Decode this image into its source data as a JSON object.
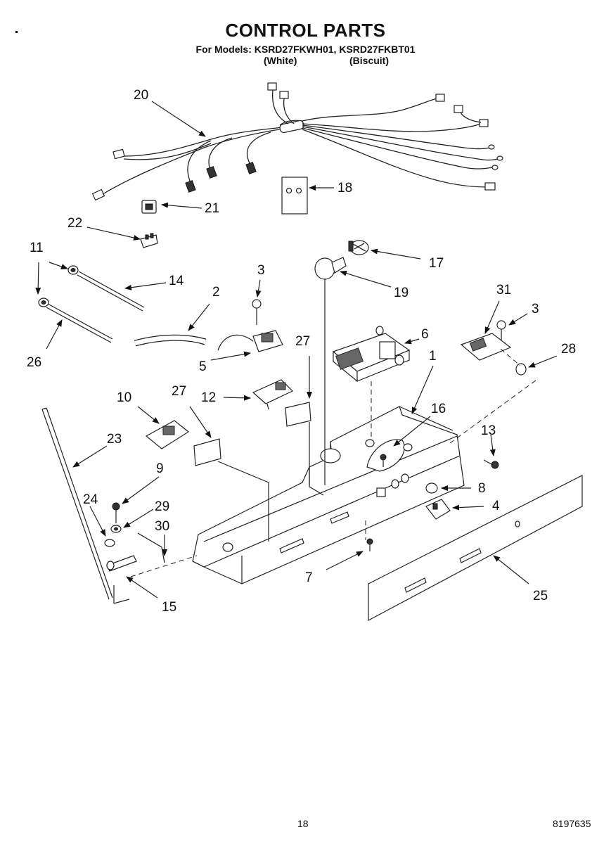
{
  "page": {
    "title": "CONTROL PARTS",
    "models_line": "For Models: KSRD27FKWH01, KSRD27FKBT01",
    "variant_white": "(White)",
    "variant_biscuit": "(Biscuit)",
    "page_number": "18",
    "doc_number": "8197635"
  },
  "callouts": [
    {
      "id": "1",
      "label": "1"
    },
    {
      "id": "2",
      "label": "2"
    },
    {
      "id": "3a",
      "label": "3"
    },
    {
      "id": "3b",
      "label": "3"
    },
    {
      "id": "4",
      "label": "4"
    },
    {
      "id": "5",
      "label": "5"
    },
    {
      "id": "6",
      "label": "6"
    },
    {
      "id": "7",
      "label": "7"
    },
    {
      "id": "8",
      "label": "8"
    },
    {
      "id": "9",
      "label": "9"
    },
    {
      "id": "10",
      "label": "10"
    },
    {
      "id": "11",
      "label": "11"
    },
    {
      "id": "12",
      "label": "12"
    },
    {
      "id": "13",
      "label": "13"
    },
    {
      "id": "14",
      "label": "14"
    },
    {
      "id": "15",
      "label": "15"
    },
    {
      "id": "16",
      "label": "16"
    },
    {
      "id": "17",
      "label": "17"
    },
    {
      "id": "18",
      "label": "18"
    },
    {
      "id": "19",
      "label": "19"
    },
    {
      "id": "20",
      "label": "20"
    },
    {
      "id": "21",
      "label": "21"
    },
    {
      "id": "22",
      "label": "22"
    },
    {
      "id": "23",
      "label": "23"
    },
    {
      "id": "24",
      "label": "24"
    },
    {
      "id": "25",
      "label": "25"
    },
    {
      "id": "26",
      "label": "26"
    },
    {
      "id": "27a",
      "label": "27"
    },
    {
      "id": "27b",
      "label": "27"
    },
    {
      "id": "28",
      "label": "28"
    },
    {
      "id": "29",
      "label": "29"
    },
    {
      "id": "30",
      "label": "30"
    },
    {
      "id": "31",
      "label": "31"
    }
  ]
}
